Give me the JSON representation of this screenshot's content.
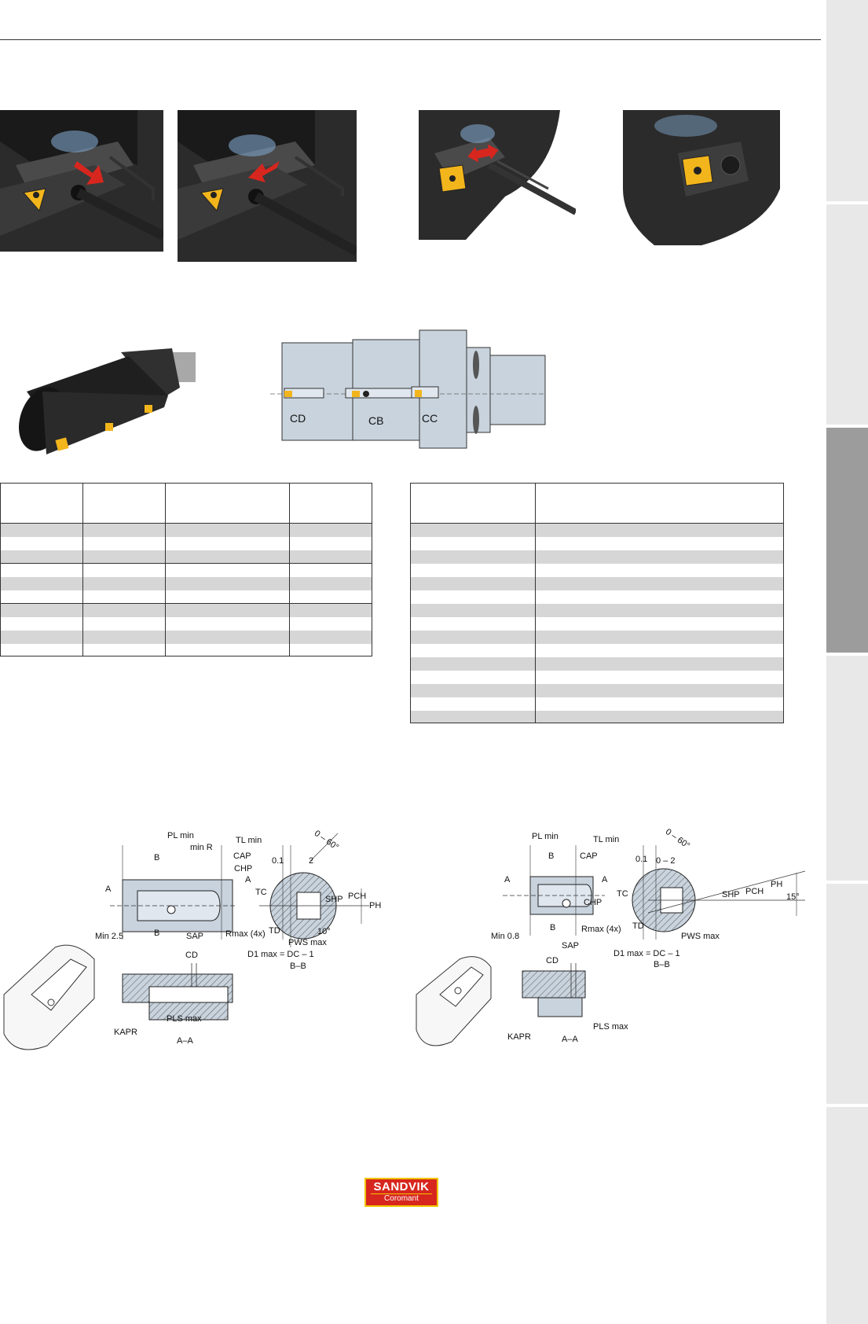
{
  "brand": {
    "logo_line1": "SANDVIK",
    "logo_line2": "Coromant",
    "logo_red": "#d7261e",
    "logo_yellow": "#f1c400"
  },
  "insert_color": "#f2b51c",
  "holder_diagram": {
    "labels": [
      "CD",
      "CB",
      "CC"
    ]
  },
  "left_drawing": {
    "labels": {
      "pl": "PL min",
      "minr": "min R",
      "b1": "B",
      "cap": "CAP",
      "chp": "CHP",
      "a1": "A",
      "a2": "A",
      "tc": "TC",
      "td": "TD",
      "tl": "TL min",
      "d01": "0.1",
      "d2": "2",
      "ang": "0 – 60°",
      "shp": "SHP",
      "pch": "PCH",
      "ph": "PH",
      "deg10": "10°",
      "pws": "PWS max",
      "min25": "Min 2.5",
      "b2": "B",
      "sap": "SAP",
      "rmax": "Rmax (4x)",
      "d1": "D1 max = DC – 1",
      "bb": "B–B",
      "cd": "CD",
      "pls": "PLS max",
      "kapr": "KAPR",
      "aa": "A–A"
    }
  },
  "right_drawing": {
    "labels": {
      "pl": "PL min",
      "b1": "B",
      "cap": "CAP",
      "a1": "A",
      "a2": "A",
      "chp": "CHP",
      "tl": "TL min",
      "d01": "0.1",
      "d2": "0 – 2",
      "ang": "0 – 60°",
      "tc": "TC",
      "td": "TD",
      "shp": "SHP",
      "pch": "PCH",
      "ph": "PH",
      "deg15": "15°",
      "pws": "PWS max",
      "min08": "Min 0.8",
      "b2": "B",
      "sap": "SAP",
      "rmax": "Rmax (4x)",
      "d1": "D1 max = DC – 1",
      "bb": "B–B",
      "cd": "CD",
      "pls": "PLS max",
      "kapr": "KAPR",
      "aa": "A–A"
    }
  }
}
